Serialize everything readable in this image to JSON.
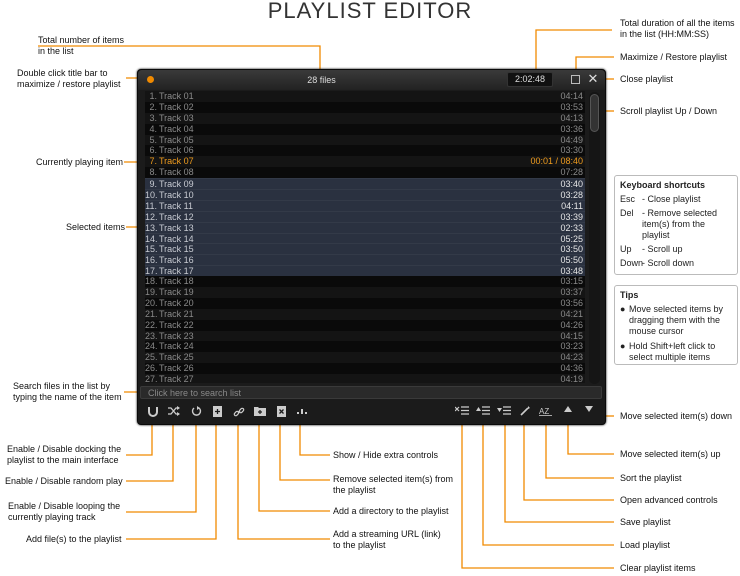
{
  "title": "PLAYLIST EDITOR",
  "window": {
    "file_count": "28 files",
    "total_duration": "2:02:48",
    "search_placeholder": "Click here to search list",
    "accent": "#f08a00"
  },
  "tracks": [
    {
      "num": "1.",
      "name": "Track 01",
      "time": "04:14",
      "state": "normal"
    },
    {
      "num": "2.",
      "name": "Track 02",
      "time": "03:53",
      "state": "normal"
    },
    {
      "num": "3.",
      "name": "Track 03",
      "time": "04:13",
      "state": "normal"
    },
    {
      "num": "4.",
      "name": "Track 04",
      "time": "03:36",
      "state": "normal"
    },
    {
      "num": "5.",
      "name": "Track 05",
      "time": "04:49",
      "state": "normal"
    },
    {
      "num": "6.",
      "name": "Track 06",
      "time": "03:30",
      "state": "normal"
    },
    {
      "num": "7.",
      "name": "Track 07",
      "time": "00:01 /  08:40",
      "state": "playing"
    },
    {
      "num": "8.",
      "name": "Track 08",
      "time": "07:28",
      "state": "normal"
    },
    {
      "num": "9.",
      "name": "Track 09",
      "time": "03:40",
      "state": "selected"
    },
    {
      "num": "10.",
      "name": "Track 10",
      "time": "03:28",
      "state": "selected"
    },
    {
      "num": "11.",
      "name": "Track 11",
      "time": "04:11",
      "state": "selected"
    },
    {
      "num": "12.",
      "name": "Track 12",
      "time": "03:39",
      "state": "selected"
    },
    {
      "num": "13.",
      "name": "Track 13",
      "time": "02:33",
      "state": "selected"
    },
    {
      "num": "14.",
      "name": "Track 14",
      "time": "05:25",
      "state": "selected"
    },
    {
      "num": "15.",
      "name": "Track 15",
      "time": "03:50",
      "state": "selected"
    },
    {
      "num": "16.",
      "name": "Track 16",
      "time": "05:50",
      "state": "selected"
    },
    {
      "num": "17.",
      "name": "Track 17",
      "time": "03:48",
      "state": "selected"
    },
    {
      "num": "18.",
      "name": "Track 18",
      "time": "03:15",
      "state": "normal"
    },
    {
      "num": "19.",
      "name": "Track 19",
      "time": "03:37",
      "state": "normal"
    },
    {
      "num": "20.",
      "name": "Track 20",
      "time": "03:56",
      "state": "normal"
    },
    {
      "num": "21.",
      "name": "Track 21",
      "time": "04:21",
      "state": "normal"
    },
    {
      "num": "22.",
      "name": "Track 22",
      "time": "04:26",
      "state": "normal"
    },
    {
      "num": "23.",
      "name": "Track 23",
      "time": "04:15",
      "state": "normal"
    },
    {
      "num": "24.",
      "name": "Track 24",
      "time": "03:23",
      "state": "normal"
    },
    {
      "num": "25.",
      "name": "Track 25",
      "time": "04:23",
      "state": "normal"
    },
    {
      "num": "26.",
      "name": "Track 26",
      "time": "04:36",
      "state": "normal"
    },
    {
      "num": "27.",
      "name": "Track 27",
      "time": "04:19",
      "state": "normal"
    }
  ],
  "toolbar": {
    "left_icons": [
      "dock-magnet-icon",
      "shuffle-icon",
      "loop-icon",
      "add-file-icon",
      "link-icon",
      "folder-icon",
      "remove-icon",
      "extra-controls-icon"
    ],
    "right_icons": [
      "clear-list-icon",
      "load-list-icon",
      "save-list-icon",
      "wand-icon",
      "sort-az-icon",
      "move-up-icon",
      "move-down-icon"
    ]
  },
  "annotations": {
    "total_items": "Total number of items in the list",
    "double_click": "Double click title bar to maximize / restore playlist",
    "currently_playing": "Currently playing item",
    "selected_items": "Selected items",
    "search_files": "Search files in the list by typing the name of the item",
    "docking": "Enable / Disable docking the playlist to the main interface",
    "random": "Enable / Disable random play",
    "looping": "Enable / Disable looping the currently playing track",
    "add_files": "Add file(s) to the playlist",
    "total_duration": "Total duration of all the items in the list (HH:MM:SS)",
    "maximize": "Maximize / Restore playlist",
    "close": "Close playlist",
    "scroll": "Scroll playlist Up / Down",
    "move_down": "Move selected item(s) down",
    "move_up": "Move selected item(s) up",
    "sort": "Sort the playlist",
    "advanced": "Open advanced controls",
    "save": "Save playlist",
    "load": "Load playlist",
    "clear": "Clear playlist items",
    "extra_controls": "Show / Hide extra controls",
    "remove_selected": "Remove selected item(s) from the playlist",
    "add_directory": "Add a directory to the playlist",
    "add_url": "Add a streaming URL (link) to the playlist"
  },
  "shortcuts": {
    "header": "Keyboard shortcuts",
    "items": [
      {
        "key": "Esc",
        "desc": "- Close playlist"
      },
      {
        "key": "Del",
        "desc": "- Remove selected item(s) from the playlist"
      },
      {
        "key": "Up",
        "desc": "- Scroll up"
      },
      {
        "key": "Down",
        "desc": "- Scroll down"
      }
    ]
  },
  "tips": {
    "header": "Tips",
    "items": [
      "Move selected items by dragging them with the mouse cursor",
      "Hold Shift+left click to select multiple items"
    ]
  }
}
